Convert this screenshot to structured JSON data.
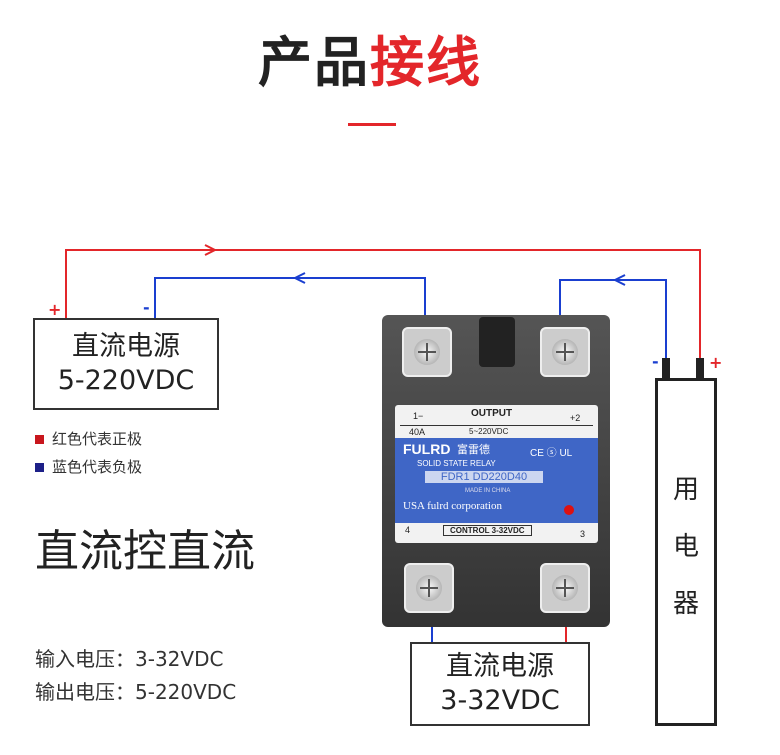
{
  "title": {
    "part1": "产品",
    "part2": "接线"
  },
  "source_box": {
    "line1": "直流电源",
    "line2": "5-220VDC",
    "plus": "+",
    "minus": "-"
  },
  "legend": [
    {
      "text": "红色代表正极",
      "color": "#c8161d"
    },
    {
      "text": "蓝色代表负极",
      "color": "#1d2088"
    }
  ],
  "heading": "直流控直流",
  "specs": [
    "输入电压：3-32VDC",
    "输出电压：5-220VDC"
  ],
  "control_box": {
    "line1": "直流电源",
    "line2": "3-32VDC"
  },
  "device": {
    "chars": [
      "用",
      "电",
      "器"
    ],
    "minus": "-",
    "plus": "+"
  },
  "relay": {
    "t1": "1−",
    "t2": "+2",
    "current": "40A",
    "output": "OUTPUT",
    "output_v": "5~220VDC",
    "brand": "FULRD",
    "brand_cn": "富雷德",
    "type": "SOLID STATE RELAY",
    "model": "FDR1 DD220D40",
    "origin": "MADE IN CHINA",
    "company": "USA fulrd corporation",
    "control": "CONTROL 3-32VDC",
    "t3": "3",
    "t4": "4",
    "cert": "CE  ⓢ  UL"
  },
  "colors": {
    "red": "#e3262a",
    "blue": "#1a3fd0"
  }
}
